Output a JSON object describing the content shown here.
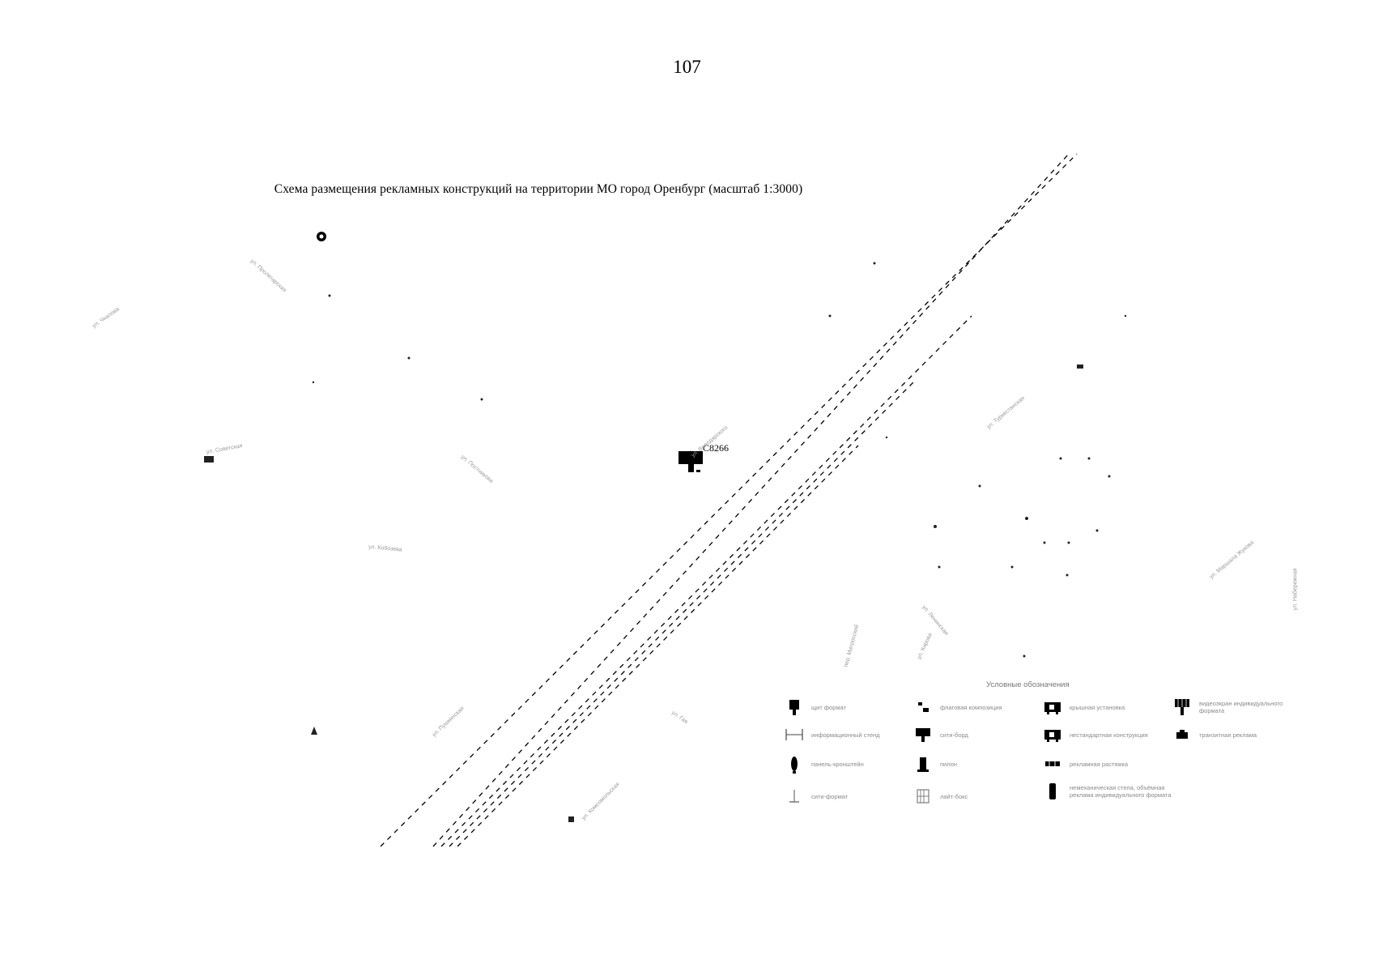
{
  "page_number": "107",
  "map": {
    "title": "Схема размещения рекламных конструкций на территории МО город Оренбург (масштаб 1:3000)",
    "construction_id": "C8266"
  },
  "legend": {
    "title": "Условные обозначения",
    "items": [
      {
        "icon": "billboard-icon",
        "label": "щит формат"
      },
      {
        "icon": "flag-icon",
        "label": "флаговая композиция"
      },
      {
        "icon": "roof-installation-icon",
        "label": "крышная установка"
      },
      {
        "icon": "video-screen-icon",
        "label": "видеоэкран индивидуального формата"
      },
      {
        "icon": "info-stand-icon",
        "label": "информационный стенд"
      },
      {
        "icon": "mini-billboard-icon",
        "label": "сити-борд"
      },
      {
        "icon": "non-standard-icon",
        "label": "нестандартная конструкция"
      },
      {
        "icon": "transit-advertising-icon",
        "label": "транзитная реклама"
      },
      {
        "icon": "bracket-panel-icon",
        "label": "панель-кронштейн"
      },
      {
        "icon": "pylon-icon",
        "label": "пилон"
      },
      {
        "icon": "banner-stretch-icon",
        "label": "рекламная растяжка"
      },
      {
        "icon": "city-format-icon",
        "label": "сити-формат"
      },
      {
        "icon": "lightbox-icon",
        "label": "лайт-бокс"
      },
      {
        "icon": "stela-icon",
        "label": "немеханическая стела, объёмная реклама индивидуального формата"
      }
    ]
  },
  "streets": [
    "ул. Чкалова",
    "ул. Пролетарская",
    "ул. Советская",
    "ул. Постникова",
    "ул. Кобозева",
    "ул. Володарского",
    "ул. Пушкинская",
    "ул. Гая",
    "ул. Комсомольская",
    "ул. Туркестанская",
    "ул. Ленинская",
    "ул. Маршала Жукова",
    "пер. Матросский",
    "ул. Набережная",
    "ул. Кирова"
  ]
}
